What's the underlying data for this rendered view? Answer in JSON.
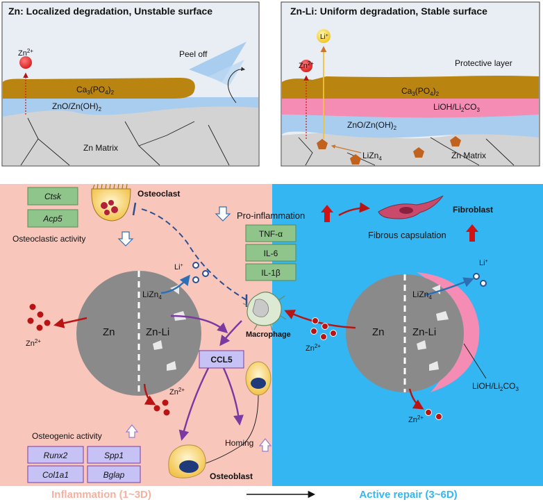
{
  "panel_left": {
    "title": "Zn: Localized degradation, Unstable surface",
    "ion": "Zn",
    "ion_charge": "2+",
    "peel_off": "Peel off",
    "ca_layer": "Ca",
    "ca_sub3": "3",
    "ca_mid": "(PO",
    "ca_sub4": "4",
    "ca_end": ")",
    "ca_sub2": "2",
    "zno": "ZnO/Zn(OH)",
    "zno_sub": "2",
    "matrix": "Zn Matrix"
  },
  "panel_right": {
    "title": "Zn-Li: Uniform degradation, Stable surface",
    "li_ion": "Li",
    "li_charge": "+",
    "zn_ion": "Zn",
    "zn_charge": "2+",
    "protective": "Protective layer",
    "ca_layer": "Ca",
    "ca_sub3": "3",
    "ca_mid": "(PO",
    "ca_sub4": "4",
    "ca_end": ")",
    "ca_sub2": "2",
    "lioh": "LiOH/Li",
    "lioh_sub": "2",
    "lioh_end": "CO",
    "lioh_sub3": "3",
    "zno": "ZnO/Zn(OH)",
    "zno_sub": "2",
    "lizn": "LiZn",
    "lizn_sub": "4",
    "matrix": "Zn Matrix"
  },
  "bottom": {
    "genes_osteoclast": [
      "Ctsk",
      "Acp5"
    ],
    "osteoclast": "Osteoclast",
    "osteoclastic_activity": "Osteoclastic activity",
    "li_ion": "Li",
    "li_charge": "+",
    "lizn": "LiZn",
    "lizn_sub": "4",
    "zn_label": "Zn",
    "znli_label": "Zn-Li",
    "zn_ion": "Zn",
    "zn_charge": "2+",
    "pro_inflammation": "Pro-inflammation",
    "cytokines": [
      "TNF-α",
      "IL-6",
      "IL-1β"
    ],
    "macrophage": "Macrophage",
    "ccl5": "CCL5",
    "homing": "Homing",
    "osteoblast": "Osteoblast",
    "osteogenic_activity": "Osteogenic activity",
    "genes_osteogenic": [
      "Runx2",
      "Spp1",
      "Col1a1",
      "Bglap"
    ],
    "fibroblast": "Fibroblast",
    "fibrous_capsulation": "Fibrous capsulation",
    "lioh": "LiOH/Li",
    "lioh_sub": "2",
    "lioh_end": "CO",
    "lioh_sub3": "3",
    "phase_left": "Inflammation (1~3D)",
    "phase_right": "Active repair (3~6D)"
  },
  "colors": {
    "inflammation_bg": "#f9c6bc",
    "repair_bg": "#33b6f1",
    "ca_layer": "#b98410",
    "zno_layer": "#a9cdef",
    "lioh_layer": "#f48cb4",
    "matrix": "#d3d3d3",
    "gene_box_green": "#8fc48a",
    "gene_box_purple": "#c6c2f5",
    "arrow_red": "#b81414",
    "arrow_blue": "#2d6fb5",
    "arrow_purple": "#7b3aa0",
    "phase_left_text": "#f6b0a0",
    "phase_right_text": "#33b6f1"
  }
}
